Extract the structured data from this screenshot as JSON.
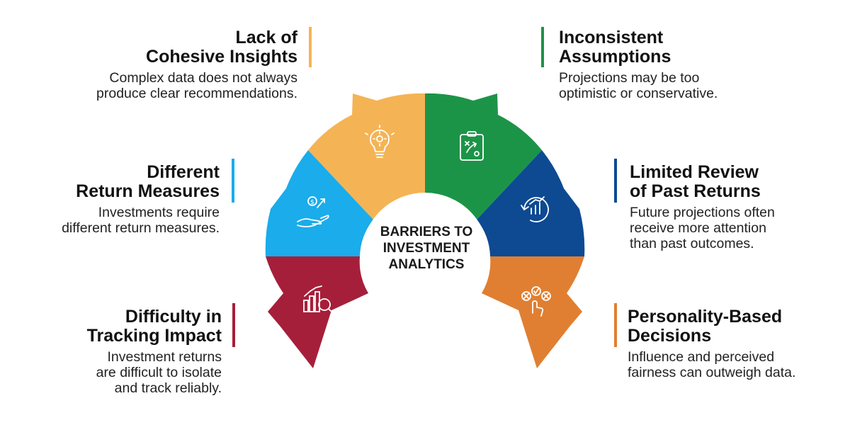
{
  "center": {
    "title": "BARRIERS TO\nINVESTMENT\nANALYTICS"
  },
  "colors": {
    "yellow": "#F4B455",
    "green": "#1C9448",
    "blue": "#1AACEB",
    "navy": "#0D4A92",
    "red": "#A61F3A",
    "orange": "#E07F31"
  },
  "segments": [
    {
      "id": "cohesive",
      "color": "#F4B455",
      "icon": "lightbulb-gear-icon",
      "title": "Lack of\nCohesive Insights",
      "desc": "Complex data does not always\nproduce clear recommendations."
    },
    {
      "id": "assumptions",
      "color": "#1C9448",
      "icon": "clipboard-strategy-icon",
      "title": "Inconsistent\nAssumptions",
      "desc": "Projections may be too\noptimistic or conservative."
    },
    {
      "id": "return-measures",
      "color": "#1AACEB",
      "icon": "hand-coins-icon",
      "title": "Different\nReturn Measures",
      "desc": "Investments require\ndifferent return measures."
    },
    {
      "id": "past-returns",
      "color": "#0D4A92",
      "icon": "growth-chart-cycle-icon",
      "title": "Limited Review\nof Past Returns",
      "desc": "Future projections often\nreceive more attention\nthan past outcomes."
    },
    {
      "id": "tracking",
      "color": "#A61F3A",
      "icon": "chart-magnifier-icon",
      "title": "Difficulty in\nTracking Impact",
      "desc": "Investment returns\nare difficult to isolate\nand track reliably."
    },
    {
      "id": "personality",
      "color": "#E07F31",
      "icon": "hand-decision-icon",
      "title": "Personality-Based\nDecisions",
      "desc": "Influence and perceived\nfairness can outweigh data."
    }
  ]
}
